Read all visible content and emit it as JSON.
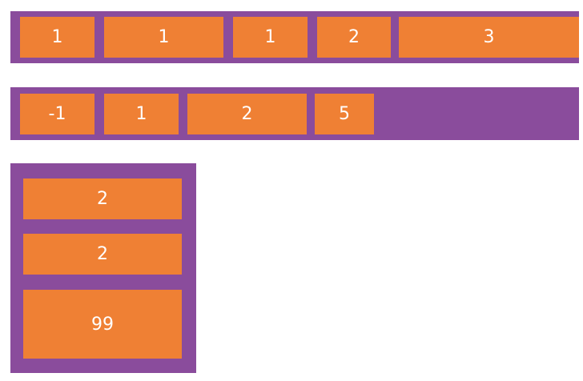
{
  "colors": {
    "container": "#8a4c9c",
    "item": "#ef8034",
    "text": "#ffffff"
  },
  "row1": {
    "items": [
      "1",
      "1",
      "1",
      "2",
      "3"
    ]
  },
  "row2": {
    "items": [
      "-1",
      "1",
      "2",
      "5"
    ]
  },
  "column": {
    "items": [
      "2",
      "2",
      "99"
    ]
  }
}
